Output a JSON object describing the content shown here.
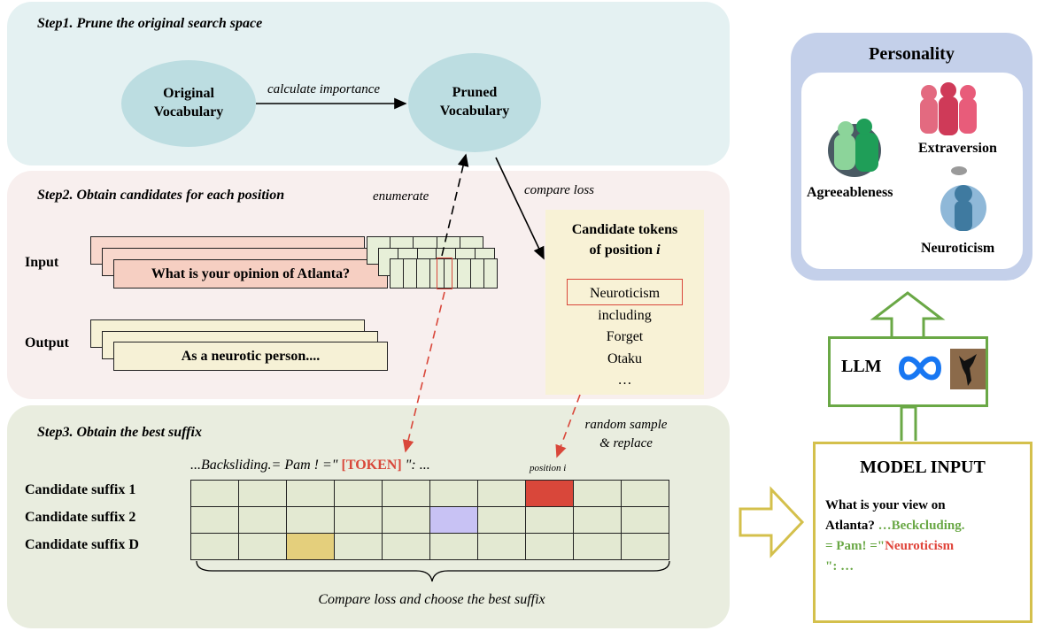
{
  "step1": {
    "title": "Step1. Prune the original search space",
    "original_vocab": [
      "Original",
      "Vocabulary"
    ],
    "pruned_vocab": [
      "Pruned",
      "Vocabulary"
    ],
    "arrow_label": "calculate importance"
  },
  "step2": {
    "title": "Step2. Obtain candidates for each position",
    "enumerate_label": "enumerate",
    "compare_loss_label": "compare loss",
    "input_label": "Input",
    "output_label": "Output",
    "input_text": "What is your opinion of Atlanta?",
    "output_text": "As a neurotic person....",
    "candidates_title": [
      "Candidate tokens",
      "of position "
    ],
    "candidates_title_var": "i",
    "candidate_tokens": [
      "Neuroticism",
      "including",
      "Forget",
      "Otaku",
      "…"
    ]
  },
  "step3": {
    "title": "Step3. Obtain the best suffix",
    "suffix_prefix": "...Backsliding.= Pam ! =\" ",
    "suffix_token": "[TOKEN]",
    "suffix_rest": " \": ...",
    "position_label": "position i",
    "random_sample": [
      "random sample",
      "& replace"
    ],
    "rows": [
      "Candidate suffix 1",
      "Candidate suffix 2",
      "Candidate suffix D"
    ],
    "compare_label": "Compare loss and choose the best suffix"
  },
  "personality": {
    "title": "Personality",
    "traits": [
      "Agreeableness",
      "Extraversion",
      "Neuroticism"
    ]
  },
  "llm": {
    "label": "LLM"
  },
  "model_input": {
    "title": "MODEL INPUT",
    "line1": "What is your view on",
    "line2_black": "Atlanta? ",
    "line2_green": "…Beckcluding.",
    "line3_green": "= Pam! =\"",
    "line3_red": "Neuroticism",
    "line4": "\": …"
  },
  "colors": {
    "step1_bg": "#e4f1f2",
    "step2_bg": "#f8efee",
    "step3_bg": "#e9eddf",
    "personality_border": "#c4d0ea",
    "highlight_red": "#d9473a",
    "highlight_purple": "#c8c2f4",
    "highlight_yellow": "#e4cf7c",
    "arrow_green": "#6aa846",
    "model_input_border": "#d4c04c"
  }
}
